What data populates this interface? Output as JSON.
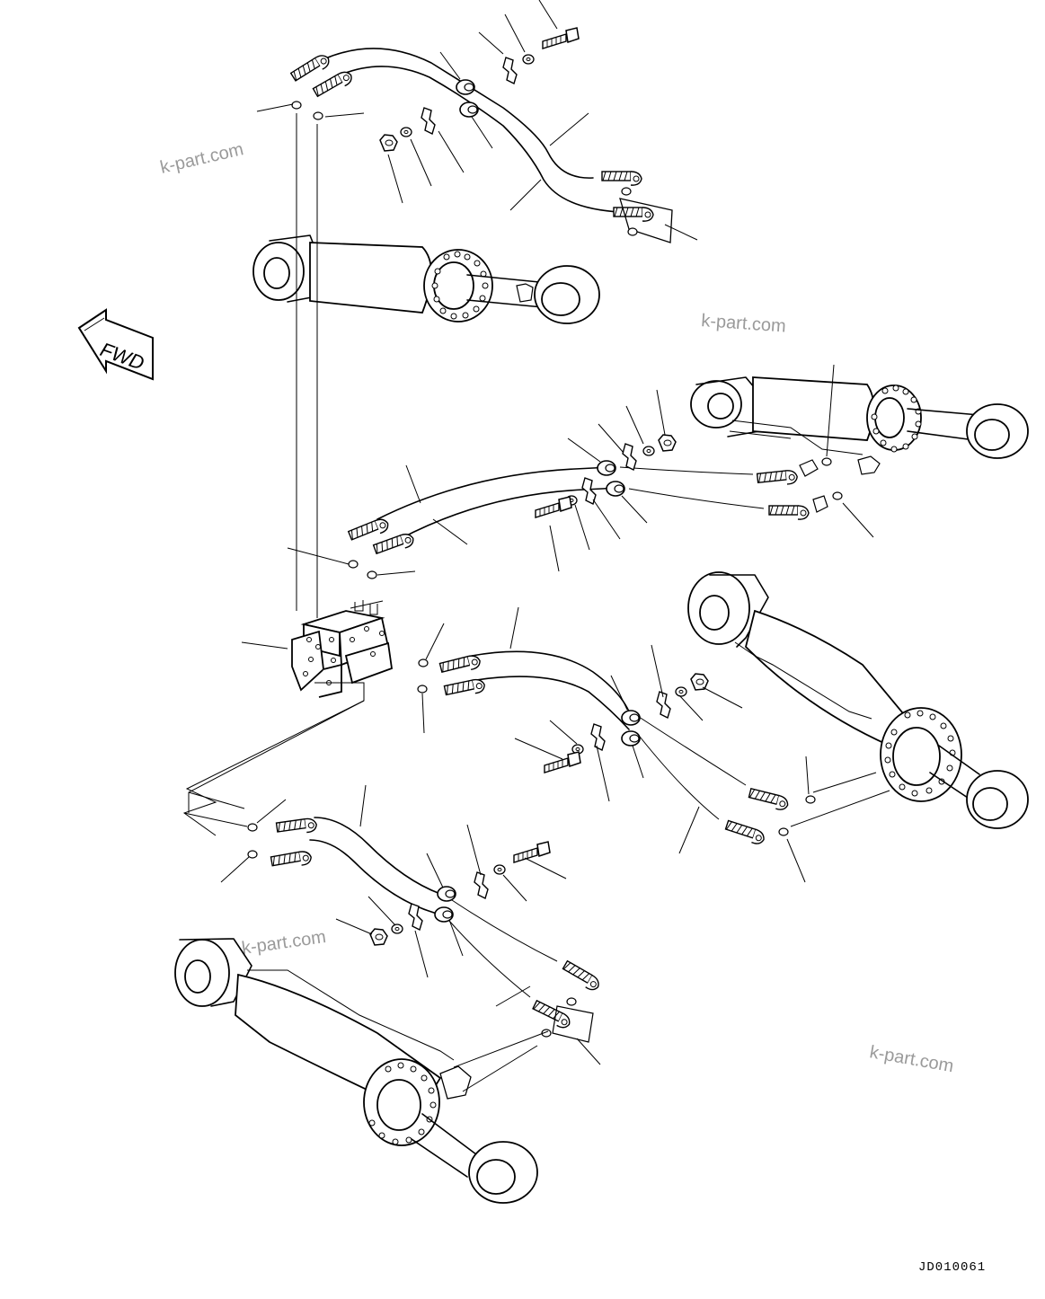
{
  "watermarks": [
    "k-part.com",
    "k-part.com",
    "k-part.com",
    "k-part.com"
  ],
  "direction_label": "FWD",
  "drawing_code": "JD010061"
}
